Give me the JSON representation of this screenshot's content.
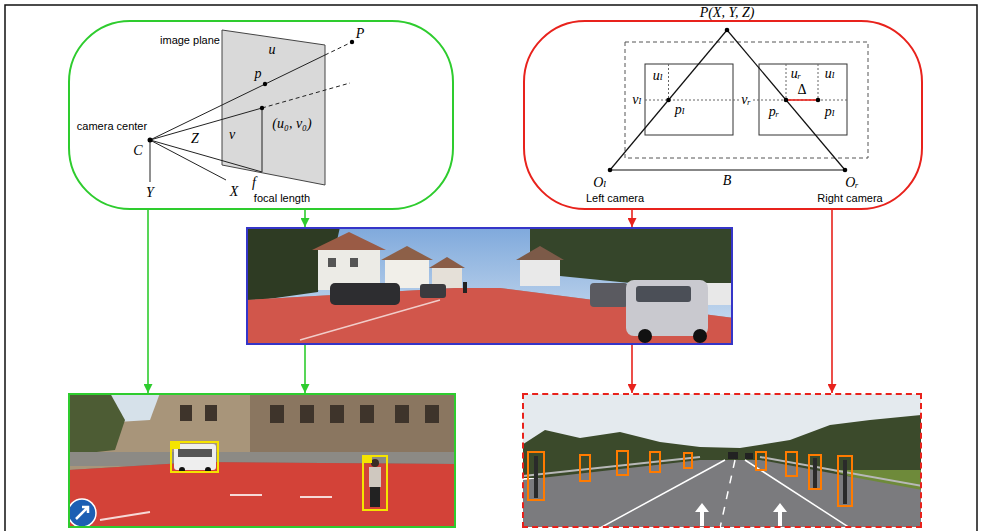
{
  "diagram": {
    "nodes": [
      {
        "text": [
          "image plane",
          "u",
          "v",
          "p",
          "P",
          "(u₀, v₀)",
          "camera center",
          "C",
          "Z",
          "f",
          "focal length",
          "Y",
          "X"
        ]
      },
      {
        "text": [
          "P(X, Y, Z)",
          "uₗ",
          "vₗ",
          "pₗ",
          "uᵣ",
          "vᵣ",
          "Δ",
          "uₗ",
          "pᵣ",
          "pₗ",
          "Oₗ",
          "Left camera",
          "B",
          "Oᵣ",
          "Right camera"
        ]
      },
      {
        "text": []
      },
      {
        "text": []
      },
      {
        "text": []
      }
    ],
    "edges": [
      {
        "from": 0,
        "to": 3,
        "arrow": "to"
      },
      {
        "from": 0,
        "to": 2,
        "arrow": "to"
      },
      {
        "from": 2,
        "to": 3,
        "arrow": "to"
      },
      {
        "from": 1,
        "to": 2,
        "arrow": "to"
      },
      {
        "from": 1,
        "to": 4,
        "arrow": "to"
      },
      {
        "from": 2,
        "to": 4,
        "arrow": "to"
      }
    ]
  }
}
